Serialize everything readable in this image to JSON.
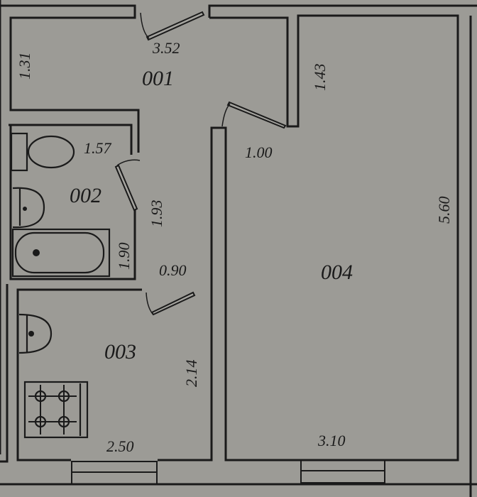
{
  "plan": {
    "background": "#9c9b96",
    "line_color": "#1a1a1a",
    "rooms": [
      {
        "id": "001",
        "label": "001",
        "function": "hallway"
      },
      {
        "id": "002",
        "label": "002",
        "function": "bathroom"
      },
      {
        "id": "003",
        "label": "003",
        "function": "kitchen"
      },
      {
        "id": "004",
        "label": "004",
        "function": "room"
      }
    ],
    "dimensions": {
      "hall_width": "3.52",
      "hall_depth": "1.31",
      "closet_depth": "1.43",
      "room_door": "1.00",
      "bath_width": "1.57",
      "bath_length": "1.93",
      "tub_length": "1.90",
      "kitchen_door": "0.90",
      "kitchen_length": "2.14",
      "kitchen_width": "2.50",
      "room_length": "5.60",
      "room_width": "3.10"
    },
    "fixtures": [
      "toilet",
      "washbasin",
      "bathtub",
      "kitchen-sink",
      "gas-stove"
    ]
  }
}
